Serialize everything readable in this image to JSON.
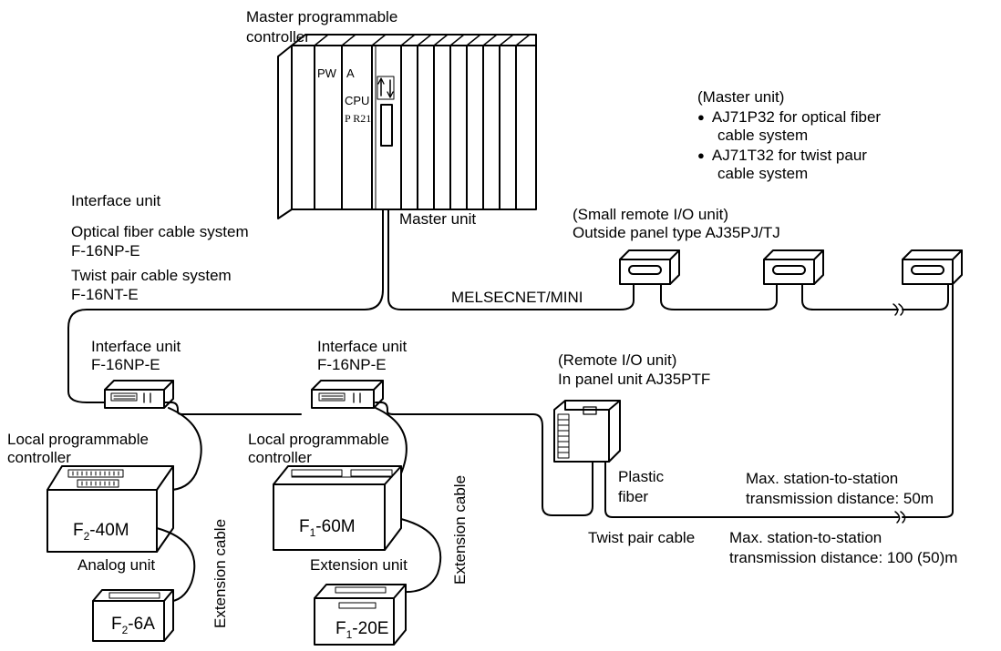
{
  "master": {
    "title_line1": "Master programmable",
    "title_line2": "controller",
    "slot_pw": "PW",
    "slot_a": "A",
    "slot_cpu": "CPU",
    "slot_model": "P R21",
    "master_unit_label": "Master unit"
  },
  "master_unit_info": {
    "heading": "(Master unit)",
    "item1_line1": "AJ71P32 for optical fiber",
    "item1_line2": "cable system",
    "item2_line1": "AJ71T32 for twist paur",
    "item2_line2": "cable system"
  },
  "interface_info": {
    "title": "Interface unit",
    "optical_line1": "Optical fiber cable system",
    "optical_line2": "F-16NP-E",
    "twist_line1": "Twist pair cable system",
    "twist_line2": "F-16NT-E"
  },
  "small_remote": {
    "line1": "(Small remote I/O unit)",
    "line2": "Outside panel type AJ35PJ/TJ"
  },
  "network_label": "MELSECNET/MINI",
  "left_group": {
    "iface_line1": "Interface unit",
    "iface_line2": "F-16NP-E",
    "local_line1": "Local programmable",
    "local_line2": "controller",
    "plc_name": "F",
    "plc_sub": "2",
    "plc_model": "-40M",
    "analog_label": "Analog unit",
    "analog_name": "F",
    "analog_sub": "2",
    "analog_model": "-6A",
    "ext_cable": "Extension cable"
  },
  "mid_group": {
    "iface_line1": "Interface unit",
    "iface_line2": "F-16NP-E",
    "local_line1": "Local programmable",
    "local_line2": "controller",
    "plc_name": "F",
    "plc_sub": "1",
    "plc_model": "-60M",
    "ext_unit_label": "Extension unit",
    "ext_name": "F",
    "ext_sub": "1",
    "ext_model": "-20E",
    "ext_cable": "Extension cable"
  },
  "remote_io": {
    "line1": "(Remote I/O unit)",
    "line2": "In panel unit AJ35PTF"
  },
  "plastic_fiber": {
    "line1": "Plastic",
    "line2": "fiber"
  },
  "twist_pair_cable": "Twist pair cable",
  "distance_50": {
    "line1": "Max. station-to-station",
    "line2": "transmission distance: 50m"
  },
  "distance_100": {
    "line1": "Max. station-to-station",
    "line2": "transmission distance: 100 (50)m"
  }
}
